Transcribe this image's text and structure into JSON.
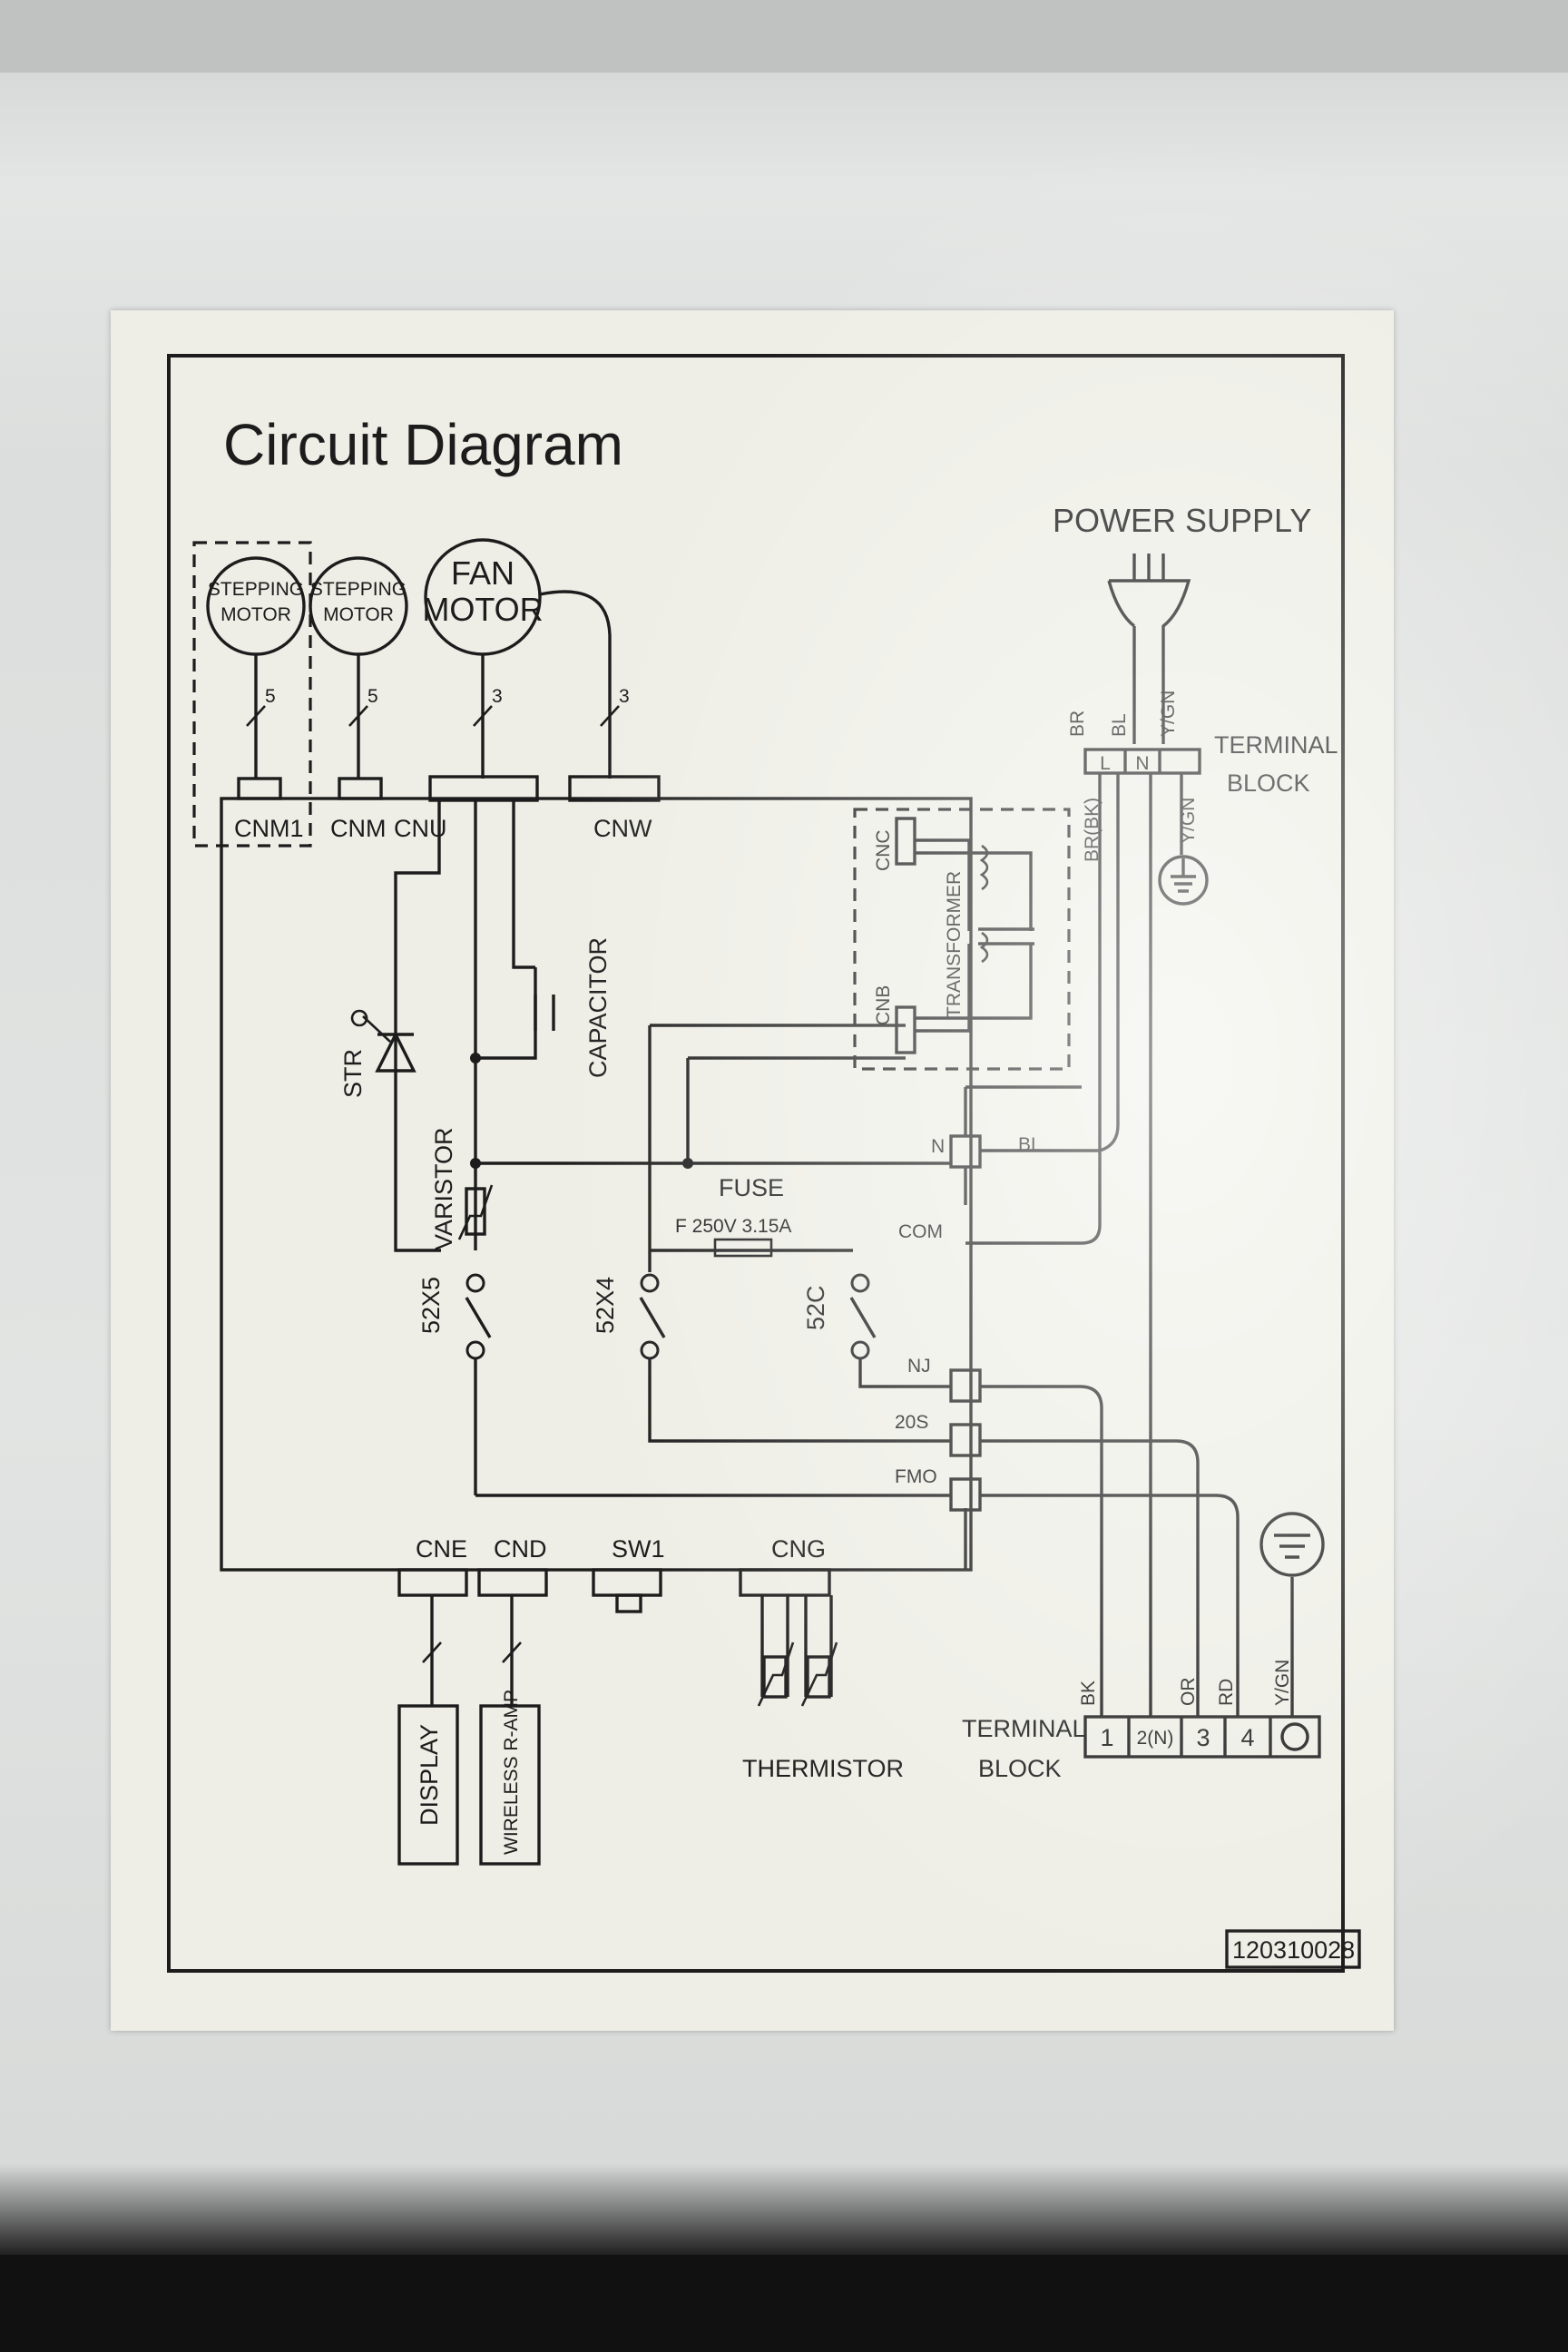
{
  "title": "Circuit Diagram",
  "power_supply": "POWER SUPPLY",
  "motors": {
    "stepping1_a": "STEPPING",
    "stepping1_b": "MOTOR",
    "stepping2_a": "STEPPING",
    "stepping2_b": "MOTOR",
    "fan_a": "FAN",
    "fan_b": "MOTOR",
    "wire_counts": [
      "5",
      "5",
      "3",
      "3"
    ]
  },
  "connectors": {
    "cnm1": "CNM1",
    "cnm": "CNM",
    "cnu": "CNU",
    "cnw": "CNW",
    "cnc": "CNC",
    "cnb": "CNB",
    "cne": "CNE",
    "cnd": "CND",
    "sw1": "SW1",
    "cng": "CNG"
  },
  "components": {
    "transformer": "TRANSFORMER",
    "capacitor": "CAPACITOR",
    "str": "STR",
    "varistor": "VARISTOR",
    "fuse": "FUSE",
    "fuse_rating": "F 250V 3.15A",
    "relay_52x5": "52X5",
    "relay_52x4": "52X4",
    "relay_52c": "52C",
    "thermistor": "THERMISTOR",
    "display": "DISPLAY",
    "wireless": "WIRELESS R-AMP"
  },
  "terminals": {
    "n": "N",
    "bl": "BL",
    "com": "COM",
    "nj": "NJ",
    "s20": "20S",
    "fmo": "FMO"
  },
  "wire_colors": {
    "br": "BR",
    "bl": "BL",
    "ygn": "Y/GN",
    "ygn2": "Y/GN",
    "brbk": "BR(BK)",
    "bk": "BK",
    "or": "OR",
    "rd": "RD",
    "ygn3": "Y/GN"
  },
  "terminal_block_top": {
    "label_a": "TERMINAL",
    "label_b": "BLOCK",
    "cells": [
      "L",
      "N"
    ]
  },
  "terminal_block_bottom": {
    "label_a": "TERMINAL",
    "label_b": "BLOCK",
    "cells": [
      "1",
      "2(N)",
      "3",
      "4"
    ]
  },
  "part_number": "120310028"
}
